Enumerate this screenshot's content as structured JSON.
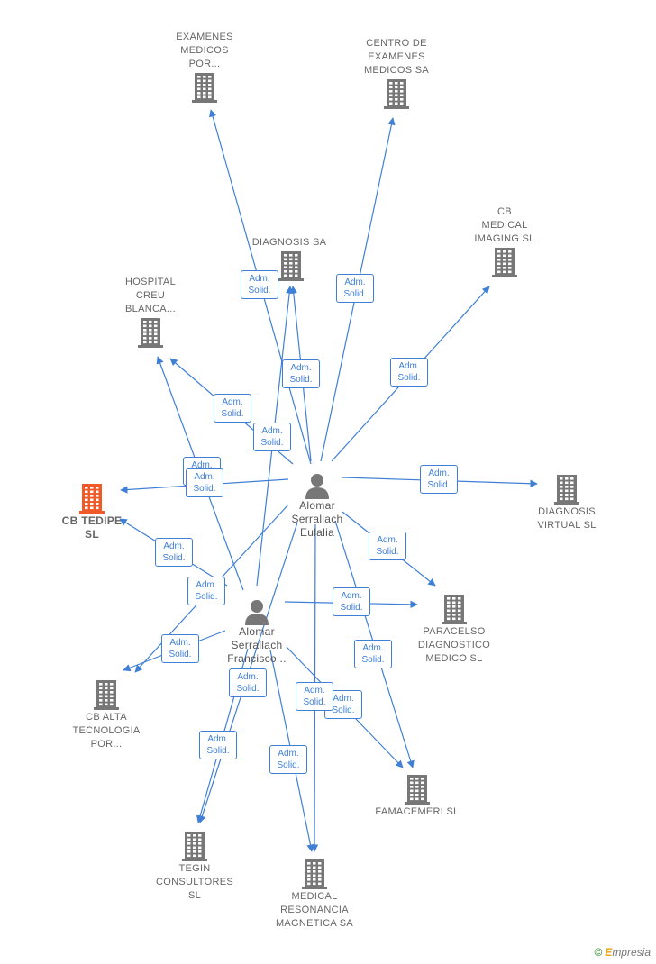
{
  "colors": {
    "edge": "#3f7fd6",
    "building": "#777777",
    "building_main": "#f05a28",
    "person": "#777777"
  },
  "relation": {
    "line1": "Adm.",
    "line2": "Solid."
  },
  "nodes": {
    "examenes": {
      "label": "EXAMENES\nMEDICOS\nPOR..."
    },
    "centro": {
      "label": "CENTRO DE\nEXAMENES\nMEDICOS SA"
    },
    "diagnosis_sa": {
      "label": "DIAGNOSIS SA"
    },
    "cb_medical": {
      "label": "CB\nMEDICAL\nIMAGING  SL"
    },
    "hospital": {
      "label": "HOSPITAL\nCREU\nBLANCA..."
    },
    "cb_tedipe": {
      "label": "CB TEDIPE\nSL"
    },
    "diag_virtual": {
      "label": "DIAGNOSIS\nVIRTUAL SL"
    },
    "paracelso": {
      "label": "PARACELSO\nDIAGNOSTICO\nMEDICO  SL"
    },
    "cb_alta": {
      "label": "CB ALTA\nTECNOLOGIA\nPOR..."
    },
    "famacemeri": {
      "label": "FAMACEMERI SL"
    },
    "tegin": {
      "label": "TEGIN\nCONSULTORES\nSL"
    },
    "medical_res": {
      "label": "MEDICAL\nRESONANCIA\nMAGNETICA SA"
    },
    "person_eulalia": {
      "label": "Alomar\nSerrallach\nEulalia"
    },
    "person_francisco": {
      "label": "Alomar\nSerrallach\nFrancisco..."
    }
  },
  "brand": {
    "copyright": "©",
    "first_letter": "E",
    "rest": "mpresia"
  }
}
